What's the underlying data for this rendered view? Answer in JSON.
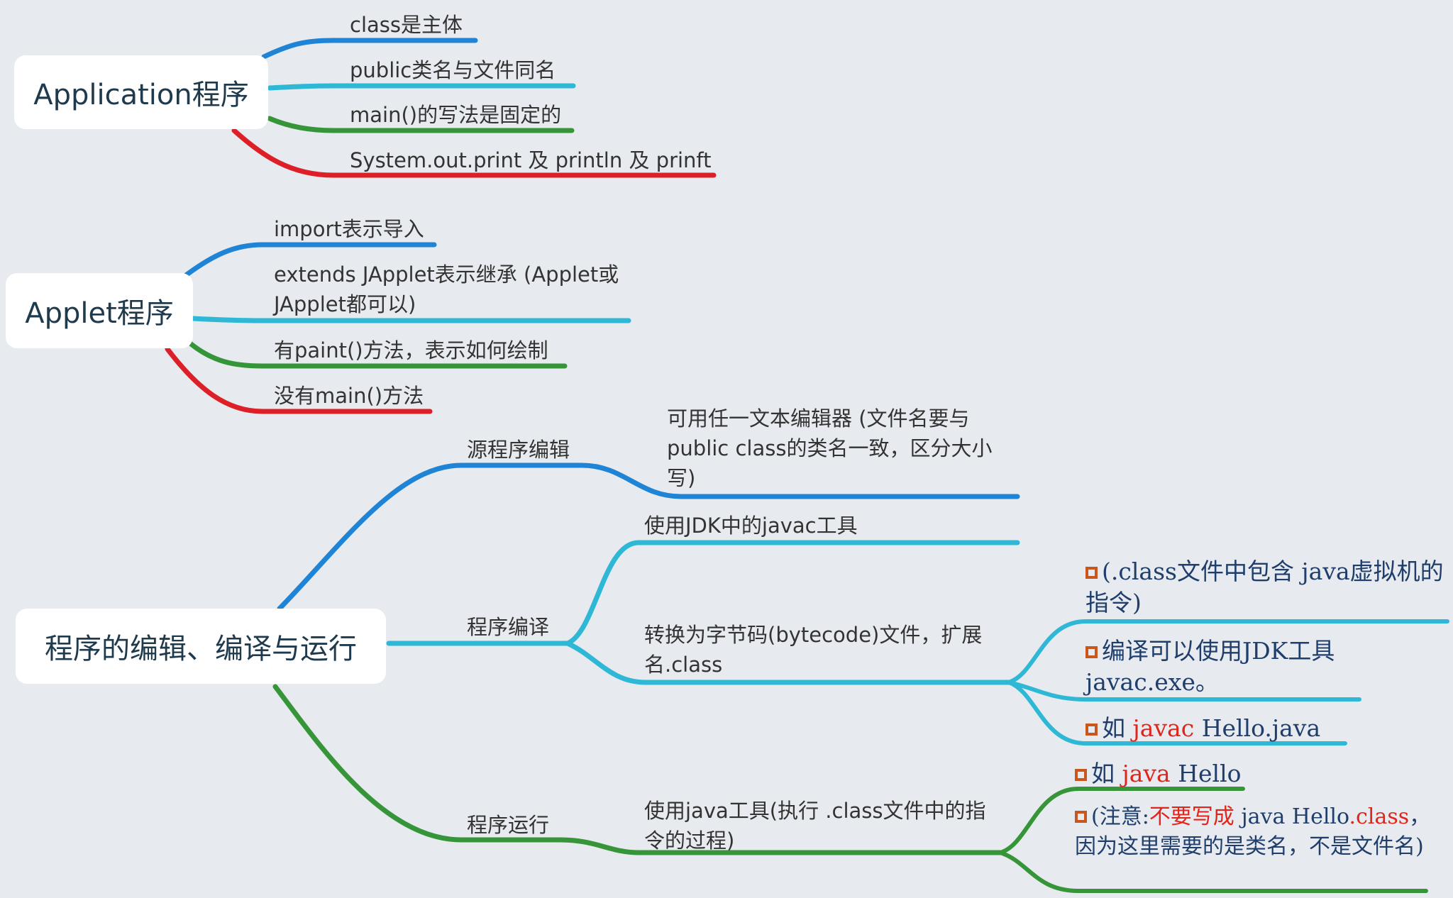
{
  "colors": {
    "blue": "#1f84d6",
    "cyan": "#2fb8d6",
    "green": "#369539",
    "red": "#dd2027",
    "node_text": "#1f3a4d",
    "serif_text": "#1f3e6b",
    "highlight": "#e0261c",
    "bullet": "#c9571c"
  },
  "application": {
    "title": "Application程序",
    "items": [
      "class是主体",
      "public类名与文件同名",
      "main()的写法是固定的",
      "System.out.print 及 println 及 prinft"
    ]
  },
  "applet": {
    "title": "Applet程序",
    "items": [
      "import表示导入",
      "extends JApplet表示继承 (Applet或JApplet都可以)",
      "有paint()方法，表示如何绘制",
      "没有main()方法"
    ]
  },
  "process": {
    "title": "程序的编辑、编译与运行",
    "edit": {
      "label": "源程序编辑",
      "child": "可用任一文本编辑器 (文件名要与public class的类名一致，区分大小写)"
    },
    "compile": {
      "label": "程序编译",
      "child1": "使用JDK中的javac工具",
      "child2": "转换为字节码(bytecode)文件，扩展名.class",
      "details": {
        "d1": "(.class文件中包含 java虚拟机的指令)",
        "d2": "编译可以使用JDK工具javac.exe。",
        "d3_prefix": "如 ",
        "d3_red": "javac",
        "d3_suffix": " Hello.java"
      }
    },
    "run": {
      "label": "程序运行",
      "child": "使用java工具(执行 .class文件中的指令的过程)",
      "details": {
        "r1_prefix": "如 ",
        "r1_red": "java",
        "r1_suffix": " Hello",
        "r2_a": "(注意:",
        "r2_red1": "不要写成",
        "r2_b": " java Hello",
        "r2_red2": ".class",
        "r2_c": "， 因为这里需要的是类名，不是文件名)"
      }
    }
  }
}
